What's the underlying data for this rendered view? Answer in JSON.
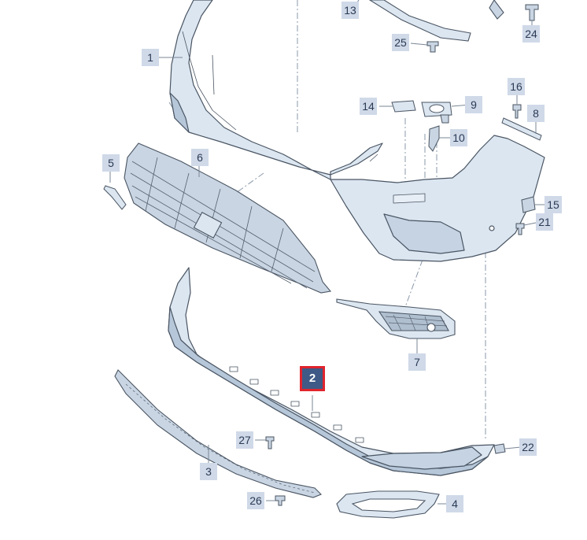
{
  "diagram": {
    "colors": {
      "part_fill": "#dbe6f1",
      "part_fill_dark": "#b6c7d9",
      "part_stroke": "#4a5563",
      "grille_fill": "#c9d5e2",
      "leader": "#7a8796",
      "callout_bg": "#cfd9e8",
      "callout_text": "#2b3a55",
      "highlight_bg": "#3f5a86",
      "highlight_border": "#e0242c"
    },
    "callouts": [
      {
        "id": "c1",
        "label": "1"
      },
      {
        "id": "c2",
        "label": "2",
        "highlighted": true
      },
      {
        "id": "c3",
        "label": "3"
      },
      {
        "id": "c4",
        "label": "4"
      },
      {
        "id": "c5",
        "label": "5"
      },
      {
        "id": "c6",
        "label": "6"
      },
      {
        "id": "c7",
        "label": "7"
      },
      {
        "id": "c8",
        "label": "8"
      },
      {
        "id": "c9",
        "label": "9"
      },
      {
        "id": "c10",
        "label": "10"
      },
      {
        "id": "c13",
        "label": "13"
      },
      {
        "id": "c14",
        "label": "14"
      },
      {
        "id": "c15",
        "label": "15"
      },
      {
        "id": "c16",
        "label": "16"
      },
      {
        "id": "c21",
        "label": "21"
      },
      {
        "id": "c22",
        "label": "22"
      },
      {
        "id": "c24",
        "label": "24"
      },
      {
        "id": "c25",
        "label": "25"
      },
      {
        "id": "c26",
        "label": "26"
      },
      {
        "id": "c27",
        "label": "27"
      }
    ]
  }
}
